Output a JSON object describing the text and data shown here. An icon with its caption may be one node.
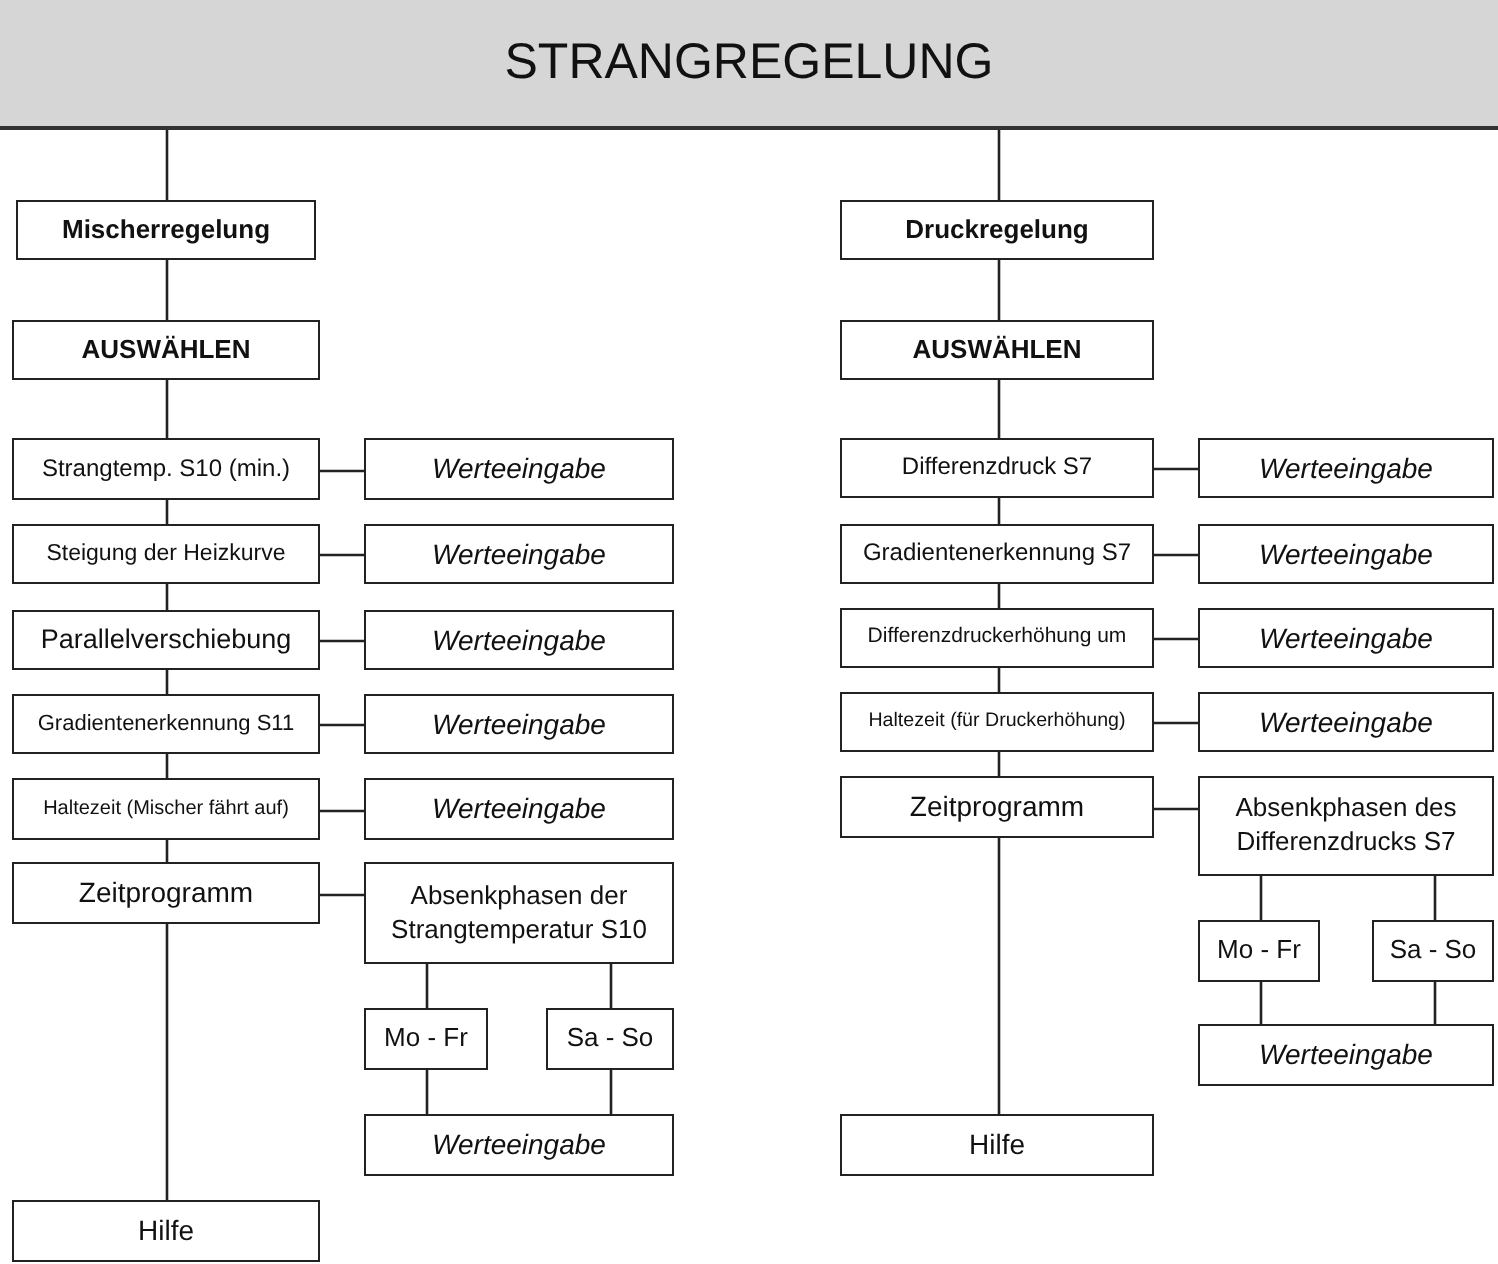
{
  "diagram": {
    "nodes": [
      {
        "text": [
          "STRANGREGELUNG"
        ]
      },
      {
        "text": [
          "Mischerregelung"
        ]
      },
      {
        "text": [
          "AUSWÄHLEN"
        ]
      },
      {
        "text": [
          "Strangtemp. S10 (min.)"
        ]
      },
      {
        "text": [
          "Werteeingabe"
        ]
      },
      {
        "text": [
          "Steigung der Heizkurve"
        ]
      },
      {
        "text": [
          "Werteeingabe"
        ]
      },
      {
        "text": [
          "Parallelverschiebung"
        ]
      },
      {
        "text": [
          "Werteeingabe"
        ]
      },
      {
        "text": [
          "Gradientenerkennung S11"
        ]
      },
      {
        "text": [
          "Werteeingabe"
        ]
      },
      {
        "text": [
          "Haltezeit (Mischer fährt auf)"
        ]
      },
      {
        "text": [
          "Werteeingabe"
        ]
      },
      {
        "text": [
          "Zeitprogramm"
        ]
      },
      {
        "text": [
          "Absenkphasen der Strangtemperatur S10"
        ]
      },
      {
        "text": [
          "Mo - Fr"
        ]
      },
      {
        "text": [
          "Sa - So"
        ]
      },
      {
        "text": [
          "Werteeingabe"
        ]
      },
      {
        "text": [
          "Hilfe"
        ]
      },
      {
        "text": [
          "Druckregelung"
        ]
      },
      {
        "text": [
          "AUSWÄHLEN"
        ]
      },
      {
        "text": [
          "Differenzdruck S7"
        ]
      },
      {
        "text": [
          "Werteeingabe"
        ]
      },
      {
        "text": [
          "Gradientenerkennung S7"
        ]
      },
      {
        "text": [
          "Werteeingabe"
        ]
      },
      {
        "text": [
          "Differenzdruckerhöhung um"
        ]
      },
      {
        "text": [
          "Werteeingabe"
        ]
      },
      {
        "text": [
          "Haltezeit (für Druckerhöhung)"
        ]
      },
      {
        "text": [
          "Werteeingabe"
        ]
      },
      {
        "text": [
          "Zeitprogramm"
        ]
      },
      {
        "text": [
          "Absenkphasen des Differenzdrucks S7"
        ]
      },
      {
        "text": [
          "Mo - Fr"
        ]
      },
      {
        "text": [
          "Sa - So"
        ]
      },
      {
        "text": [
          "Werteeingabe"
        ]
      },
      {
        "text": [
          "Hilfe"
        ]
      }
    ],
    "edges": [
      {
        "from": 0,
        "to": 1,
        "arrow": "none"
      },
      {
        "from": 1,
        "to": 2,
        "arrow": "none"
      },
      {
        "from": 2,
        "to": 3,
        "arrow": "none"
      },
      {
        "from": 3,
        "to": 4,
        "arrow": "none"
      },
      {
        "from": 3,
        "to": 5,
        "arrow": "none"
      },
      {
        "from": 5,
        "to": 6,
        "arrow": "none"
      },
      {
        "from": 5,
        "to": 7,
        "arrow": "none"
      },
      {
        "from": 7,
        "to": 8,
        "arrow": "none"
      },
      {
        "from": 7,
        "to": 9,
        "arrow": "none"
      },
      {
        "from": 9,
        "to": 10,
        "arrow": "none"
      },
      {
        "from": 9,
        "to": 11,
        "arrow": "none"
      },
      {
        "from": 11,
        "to": 12,
        "arrow": "none"
      },
      {
        "from": 11,
        "to": 13,
        "arrow": "none"
      },
      {
        "from": 13,
        "to": 14,
        "arrow": "none"
      },
      {
        "from": 14,
        "to": 15,
        "arrow": "none"
      },
      {
        "from": 14,
        "to": 16,
        "arrow": "none"
      },
      {
        "from": 15,
        "to": 17,
        "arrow": "none"
      },
      {
        "from": 16,
        "to": 17,
        "arrow": "none"
      },
      {
        "from": 13,
        "to": 18,
        "arrow": "none"
      },
      {
        "from": 0,
        "to": 19,
        "arrow": "none"
      },
      {
        "from": 19,
        "to": 20,
        "arrow": "none"
      },
      {
        "from": 20,
        "to": 21,
        "arrow": "none"
      },
      {
        "from": 21,
        "to": 22,
        "arrow": "none"
      },
      {
        "from": 21,
        "to": 23,
        "arrow": "none"
      },
      {
        "from": 23,
        "to": 24,
        "arrow": "none"
      },
      {
        "from": 23,
        "to": 25,
        "arrow": "none"
      },
      {
        "from": 25,
        "to": 26,
        "arrow": "none"
      },
      {
        "from": 25,
        "to": 27,
        "arrow": "none"
      },
      {
        "from": 27,
        "to": 28,
        "arrow": "none"
      },
      {
        "from": 27,
        "to": 29,
        "arrow": "none"
      },
      {
        "from": 29,
        "to": 30,
        "arrow": "none"
      },
      {
        "from": 30,
        "to": 31,
        "arrow": "none"
      },
      {
        "from": 30,
        "to": 32,
        "arrow": "none"
      },
      {
        "from": 31,
        "to": 33,
        "arrow": "none"
      },
      {
        "from": 32,
        "to": 33,
        "arrow": "none"
      },
      {
        "from": 29,
        "to": 34,
        "arrow": "none"
      }
    ]
  }
}
